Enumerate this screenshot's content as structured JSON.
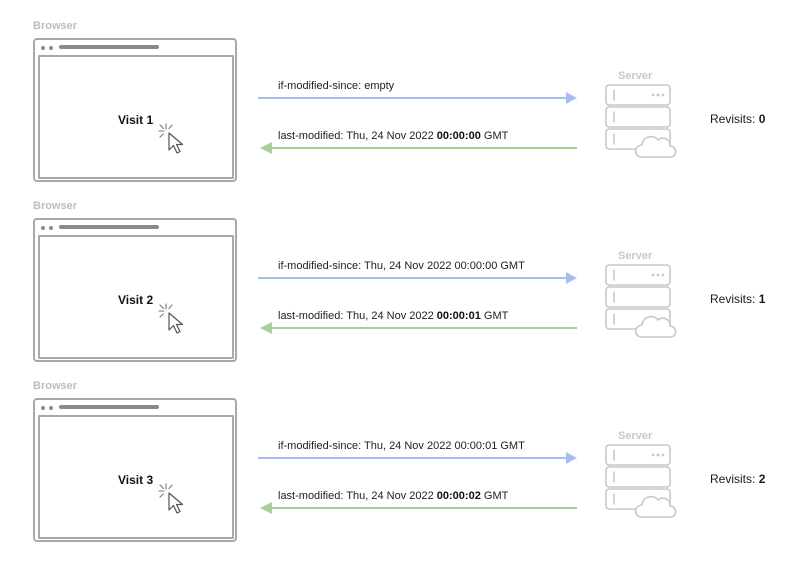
{
  "colors": {
    "request_arrow": "#a9bdf0",
    "response_arrow": "#a8d19a",
    "frame": "#a9a9a9",
    "server": "#c8c8c8"
  },
  "rows": [
    {
      "browser_label": "Browser",
      "visit_label": "Visit 1",
      "request_text": "if-modified-since: empty",
      "response_prefix": "last-modified: Thu, 24 Nov 2022 ",
      "response_time": "00:00:00",
      "response_suffix": " GMT",
      "server_label": "Server",
      "revisits_label": "Revisits: ",
      "revisits_count": "0"
    },
    {
      "browser_label": "Browser",
      "visit_label": "Visit 2",
      "request_text": "if-modified-since: Thu, 24 Nov 2022 00:00:00 GMT",
      "response_prefix": "last-modified: Thu, 24 Nov 2022 ",
      "response_time": "00:00:01",
      "response_suffix": " GMT",
      "server_label": "Server",
      "revisits_label": "Revisits: ",
      "revisits_count": "1"
    },
    {
      "browser_label": "Browser",
      "visit_label": "Visit 3",
      "request_text": "if-modified-since: Thu, 24 Nov 2022 00:00:01 GMT",
      "response_prefix": "last-modified: Thu, 24 Nov 2022 ",
      "response_time": "00:00:02",
      "response_suffix": " GMT",
      "server_label": "Server",
      "revisits_label": "Revisits: ",
      "revisits_count": "2"
    }
  ],
  "icons": {
    "cursor": "cursor-click-icon",
    "server": "server-cloud-icon"
  }
}
